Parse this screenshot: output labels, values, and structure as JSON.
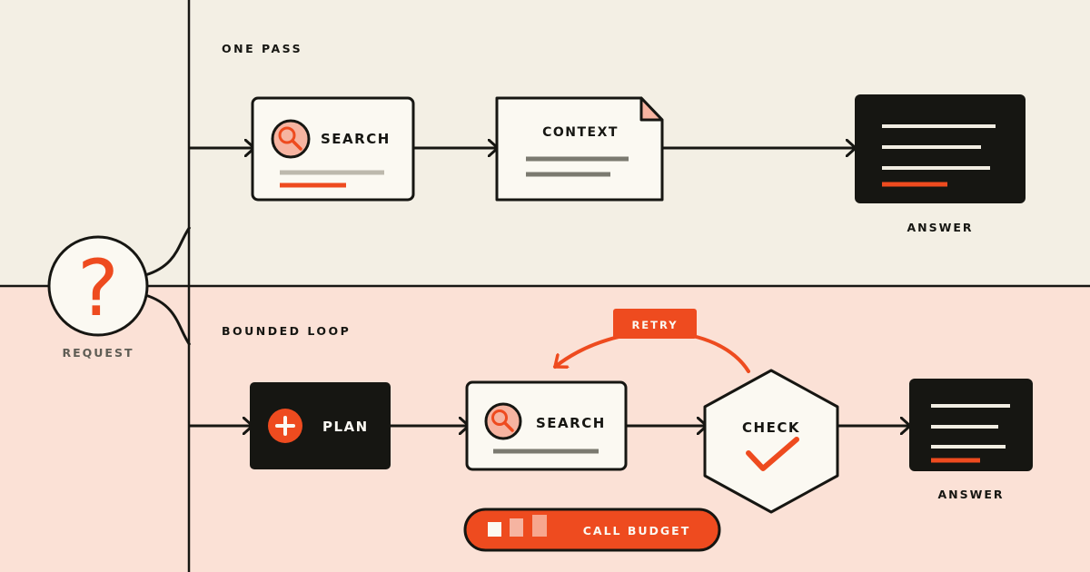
{
  "colors": {
    "top_band": "#f3efe4",
    "bottom_band": "#fbe1d6",
    "ink": "#161612",
    "accent": "#ee4b1f",
    "card": "#fbf9f2",
    "soft_accent": "#f6b4a1",
    "muted_line": "#bdb9ad",
    "mid_line": "#7b7a70",
    "light_line": "#f1ede2"
  },
  "request": {
    "label": "REQUEST",
    "symbol": "?"
  },
  "one_pass": {
    "section_label": "ONE PASS",
    "search_label": "SEARCH",
    "context_label": "CONTEXT",
    "answer_label": "ANSWER"
  },
  "bounded_loop": {
    "section_label": "BOUNDED LOOP",
    "plan_label": "PLAN",
    "search_label": "SEARCH",
    "check_label": "CHECK",
    "retry_label": "RETRY",
    "answer_label": "ANSWER",
    "budget_label": "CALL BUDGET"
  },
  "icons": [
    "question-mark-icon",
    "search-icon",
    "plus-icon",
    "check-icon",
    "document-lines-icon",
    "budget-bars-icon"
  ]
}
